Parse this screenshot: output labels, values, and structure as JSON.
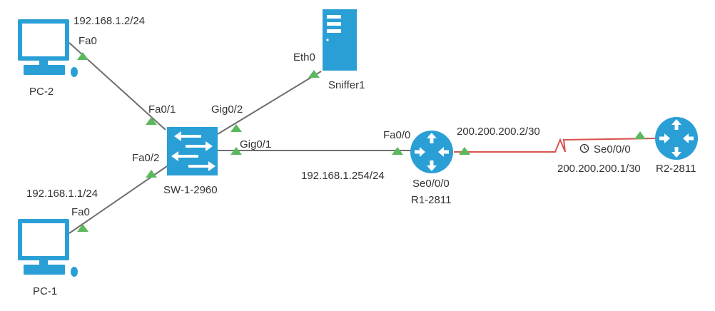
{
  "colors": {
    "device": "#2A9FD6",
    "ethernet_link": "#6e6e6e",
    "serial_link": "#d9534f",
    "port_up": "#5cb85c",
    "label": "#333333"
  },
  "devices": {
    "pc2": {
      "name": "PC-2",
      "ip": "192.168.1.2/24",
      "port": "Fa0",
      "icon": "desktop-pc-icon"
    },
    "pc1": {
      "name": "PC-1",
      "ip": "192.168.1.1/24",
      "port": "Fa0",
      "icon": "desktop-pc-icon"
    },
    "sniffer": {
      "name": "Sniffer1",
      "port": "Eth0",
      "icon": "server-icon"
    },
    "switch": {
      "name": "SW-1-2960",
      "ports": {
        "fa01": "Fa0/1",
        "fa02": "Fa0/2",
        "gig01": "Gig0/1",
        "gig02": "Gig0/2"
      },
      "icon": "switch-icon"
    },
    "r1": {
      "name": "R1-2811",
      "ports": {
        "fa00": "Fa0/0",
        "se000": "Se0/0/0"
      },
      "lan_ip": "192.168.1.254/24",
      "serial_ip": "200.200.200.2/30",
      "icon": "router-icon"
    },
    "r2": {
      "name": "R2-2811",
      "port": "Se0/0/0",
      "serial_ip": "200.200.200.1/30",
      "clock_icon": "clock-icon",
      "icon": "router-icon"
    }
  }
}
